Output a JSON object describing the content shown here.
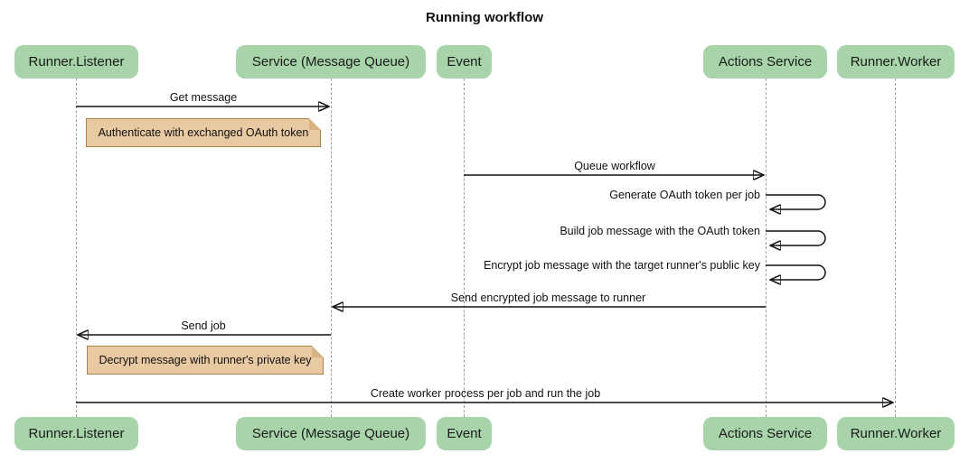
{
  "title": "Running workflow",
  "actors": [
    {
      "label": "Runner.Listener"
    },
    {
      "label": "Service (Message Queue)"
    },
    {
      "label": "Event"
    },
    {
      "label": "Actions Service"
    },
    {
      "label": "Runner.Worker"
    }
  ],
  "messages": [
    {
      "label": "Get message",
      "from": "Runner.Listener",
      "to": "Service (Message Queue)",
      "type": "solid-arrow"
    },
    {
      "label": "Queue workflow",
      "from": "Event",
      "to": "Actions Service",
      "type": "solid-arrow"
    },
    {
      "label": "Generate OAuth token per job",
      "from": "Actions Service",
      "to": "Actions Service",
      "type": "self-loop"
    },
    {
      "label": "Build job message with the OAuth token",
      "from": "Actions Service",
      "to": "Actions Service",
      "type": "self-loop"
    },
    {
      "label": "Encrypt job message with the target runner's public key",
      "from": "Actions Service",
      "to": "Actions Service",
      "type": "self-loop"
    },
    {
      "label": "Send encrypted job message to runner",
      "from": "Actions Service",
      "to": "Service (Message Queue)",
      "type": "solid-arrow"
    },
    {
      "label": "Send job",
      "from": "Service (Message Queue)",
      "to": "Runner.Listener",
      "type": "solid-arrow"
    },
    {
      "label": "Create worker process per job and run the job",
      "from": "Runner.Listener",
      "to": "Runner.Worker",
      "type": "solid-arrow"
    }
  ],
  "notes": [
    {
      "label": "Authenticate with exchanged OAuth token",
      "position": "right of Runner.Listener"
    },
    {
      "label": "Decrypt message with runner's private key",
      "position": "right of Runner.Listener"
    }
  ],
  "colors": {
    "actor_fill": "#a8d4aa",
    "note_fill": "#e9c9a1",
    "note_border": "#a98345",
    "lifeline": "#9e9e9e",
    "arrow": "#111111",
    "background": "#ffffff"
  }
}
